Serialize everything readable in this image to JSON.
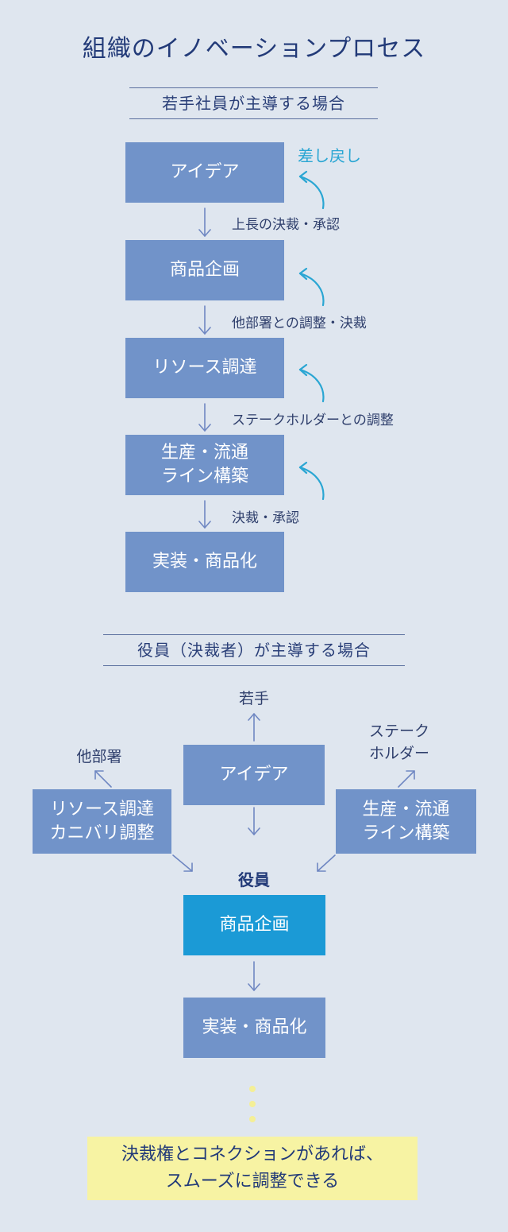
{
  "title": "組織のイノベーションプロセス",
  "junior": {
    "heading": "若手社員が主導する場合",
    "steps": [
      "アイデア",
      "商品企画",
      "リソース調達",
      "生産・流通",
      "ライン構築",
      "実装・商品化"
    ],
    "transitions": [
      "上長の決裁・承認",
      "他部署との調整・決裁",
      "ステークホルダーとの調整",
      "決裁・承認"
    ],
    "remand_label": "差し戻し"
  },
  "executive": {
    "heading": "役員（決裁者）が主導する場合",
    "idea": "アイデア",
    "left_box": [
      "リソース調達",
      "カニバリ調整"
    ],
    "right_box": [
      "生産・流通",
      "ライン構築"
    ],
    "label_top": "若手",
    "label_left": "他部署",
    "label_right": [
      "ステーク",
      "ホルダー"
    ],
    "officer_label": "役員",
    "planning": "商品企画",
    "implementation": "実装・商品化"
  },
  "conclusion": [
    "決裁権とコネクションがあれば、",
    "スムーズに調整できる"
  ],
  "colors": {
    "background": "#dfe6ef",
    "box": "#7193c9",
    "executive_box": "#1b9ad6",
    "remand": "#2aa6d3",
    "note": "#f7f3a3"
  }
}
